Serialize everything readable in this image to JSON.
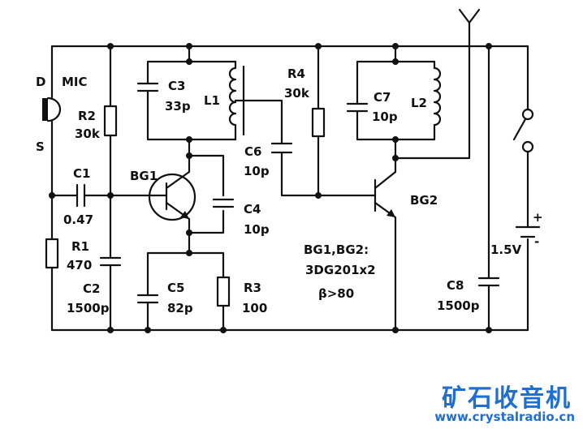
{
  "labels": {
    "d": "D",
    "mic": "MIC",
    "s": "S",
    "r2": "R2",
    "r2v": "30k",
    "c1": "C1",
    "c1v": "0.47",
    "r1": "R1",
    "r1v": "470",
    "c2": "C2",
    "c2v": "1500p",
    "bg1": "BG1",
    "c3": "C3",
    "c3v": "33p",
    "l1": "L1",
    "c4": "C4",
    "c4v": "10p",
    "c5": "C5",
    "c5v": "82p",
    "r3": "R3",
    "r3v": "100",
    "c6": "C6",
    "c6v": "10p",
    "r4": "R4",
    "r4v": "30k",
    "c7": "C7",
    "c7v": "10p",
    "l2": "L2",
    "bg2": "BG2",
    "note1": "BG1,BG2:",
    "note2": "3DG201x2",
    "note3": "β>80",
    "c8": "C8",
    "c8v": "1500p",
    "bat": "1.5V",
    "plus": "+",
    "minus": "-"
  },
  "watermark": {
    "cn": "矿石收音机",
    "url": "www.crystalradio.cn"
  }
}
